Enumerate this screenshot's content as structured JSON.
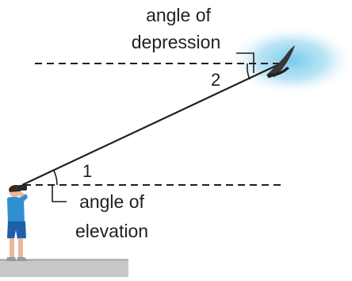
{
  "labels": {
    "depression_line1": "angle of",
    "depression_line2": "depression",
    "angle_2": "2",
    "angle_1": "1",
    "elevation_line1": "angle of",
    "elevation_line2": "elevation"
  },
  "colors": {
    "ink": "#231f20",
    "sky_glow": "#6ec6ea",
    "ground": "#c8c8c8",
    "shirt": "#2f8fd0",
    "shorts": "#1f5fa8",
    "skin": "#e8b79a",
    "hair": "#3a2a20"
  },
  "icons": {
    "person": "person-with-binoculars-icon",
    "bird": "bird-icon"
  }
}
